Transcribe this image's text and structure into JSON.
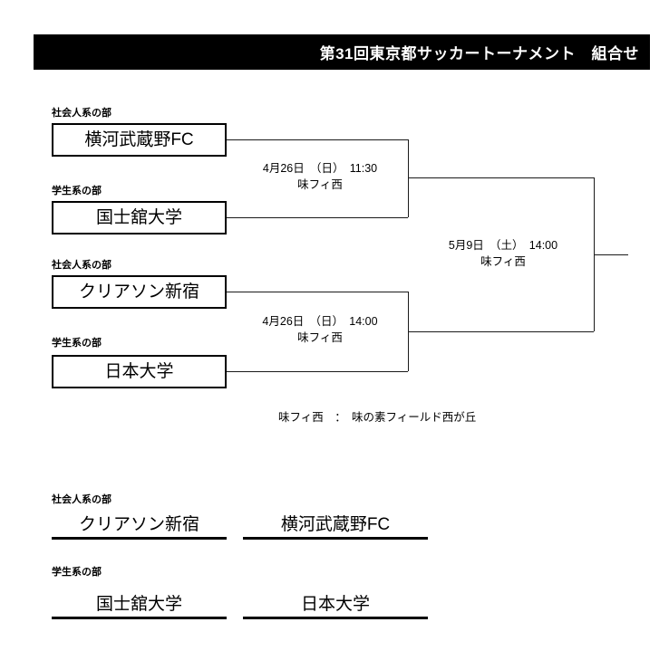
{
  "header": {
    "title": "第31回東京都サッカートーナメント　組合せ"
  },
  "bracket": {
    "category_labels": {
      "shakaijin": "社会人系の部",
      "gakusei": "学生系の部"
    },
    "teams": [
      {
        "name": "横河武蔵野FC",
        "category": "社会人系の部"
      },
      {
        "name": "国士舘大学",
        "category": "学生系の部"
      },
      {
        "name": "クリアソン新宿",
        "category": "社会人系の部"
      },
      {
        "name": "日本大学",
        "category": "学生系の部"
      }
    ],
    "matches": [
      {
        "date": "4月26日　（日）　11:30",
        "venue": "味フィ西"
      },
      {
        "date": "4月26日　（日）　14:00",
        "venue": "味フィ西"
      },
      {
        "date": "5月9日　（土）　14:00",
        "venue": "味フィ西"
      }
    ]
  },
  "legend": {
    "venue_note": "味フィ西　：　味の素フィールド西が丘"
  },
  "results": {
    "groups": [
      {
        "label": "社会人系の部",
        "entries": [
          "クリアソン新宿",
          "横河武蔵野FC"
        ]
      },
      {
        "label": "学生系の部",
        "entries": [
          "国士舘大学",
          "日本大学"
        ]
      }
    ]
  },
  "colors": {
    "header_bg": "#000000",
    "header_text": "#ffffff",
    "line": "#1a1a1a",
    "box_border": "#000000",
    "page_bg": "#ffffff"
  }
}
